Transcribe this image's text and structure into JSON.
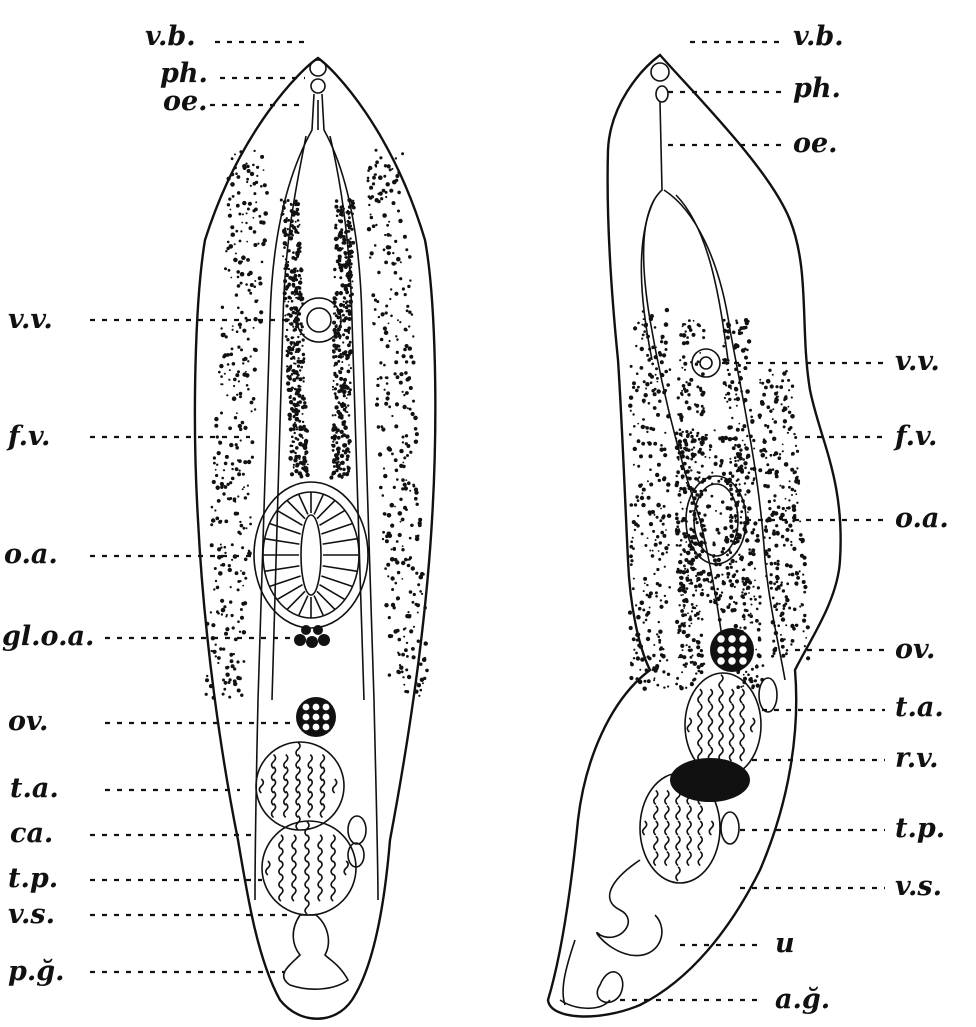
{
  "left_figure": {
    "labels": [
      "v.b.",
      "ph.",
      "oe.",
      "v.v.",
      "f.v.",
      "o.a.",
      "gl.o.a.",
      "ov.",
      "t.a.",
      "ca.",
      "t.p.",
      "v.s.",
      "p.ğ."
    ]
  },
  "right_figure": {
    "labels": [
      "v.b.",
      "ph.",
      "oe.",
      "v.v.",
      "f.v.",
      "o.a.",
      "ov.",
      "t.a.",
      "r.v.",
      "t.p.",
      "v.s.",
      "u",
      "a.ğ."
    ]
  },
  "colors": {
    "ink": "#111111",
    "paper": "#ffffff"
  }
}
